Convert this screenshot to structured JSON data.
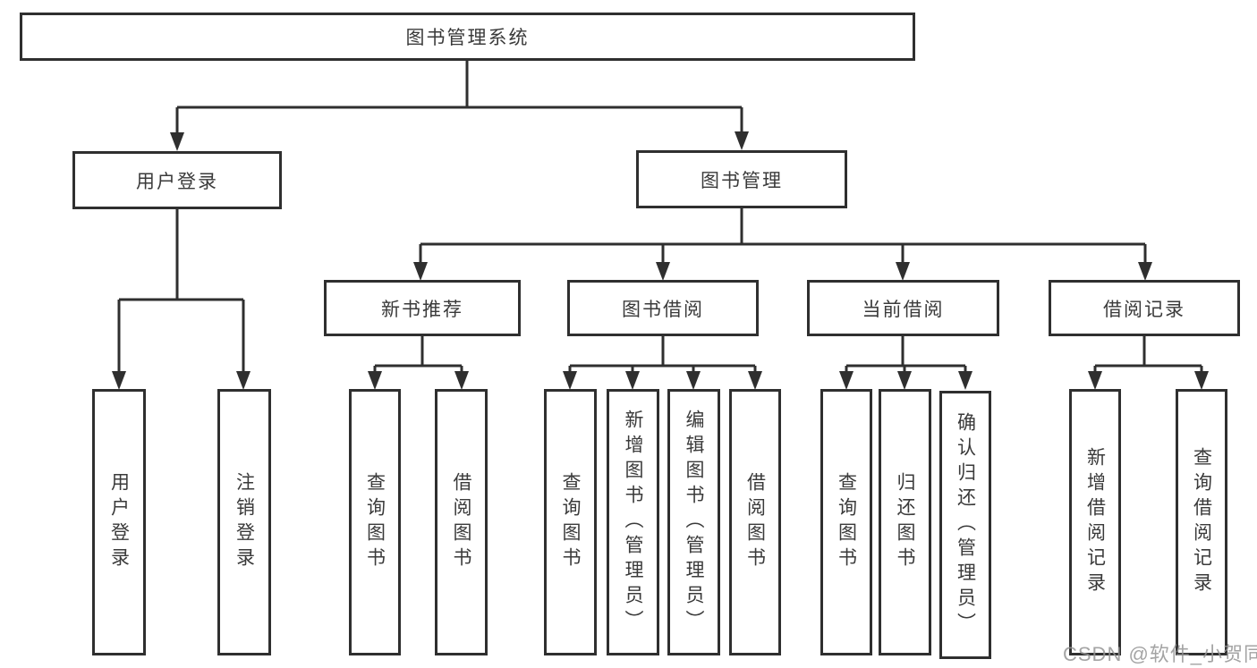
{
  "tree": {
    "label": "图书管理系统",
    "children": [
      {
        "label": "用户登录",
        "children": [
          {
            "label": "用户登录"
          },
          {
            "label": "注销登录"
          }
        ]
      },
      {
        "label": "图书管理",
        "children": [
          {
            "label": "新书推荐",
            "children": [
              {
                "label": "查询图书"
              },
              {
                "label": "借阅图书"
              }
            ]
          },
          {
            "label": "图书借阅",
            "children": [
              {
                "label": "查询图书"
              },
              {
                "label": "新增图书（管理员）"
              },
              {
                "label": "编辑图书（管理员）"
              },
              {
                "label": "借阅图书"
              }
            ]
          },
          {
            "label": "当前借阅",
            "children": [
              {
                "label": "查询图书"
              },
              {
                "label": "归还图书"
              },
              {
                "label": "确认归还（管理员）"
              }
            ]
          },
          {
            "label": "借阅记录",
            "children": [
              {
                "label": "新增借阅记录"
              },
              {
                "label": "查询借阅记录"
              }
            ]
          }
        ]
      }
    ]
  },
  "watermark": {
    "text": "CSDN @软件_小贺同学"
  },
  "colors": {
    "line": "#2f2f2f",
    "border": "#2f2f2f",
    "text": "#3a3a3a",
    "watermark": "#949494",
    "background": "#ffffff"
  }
}
